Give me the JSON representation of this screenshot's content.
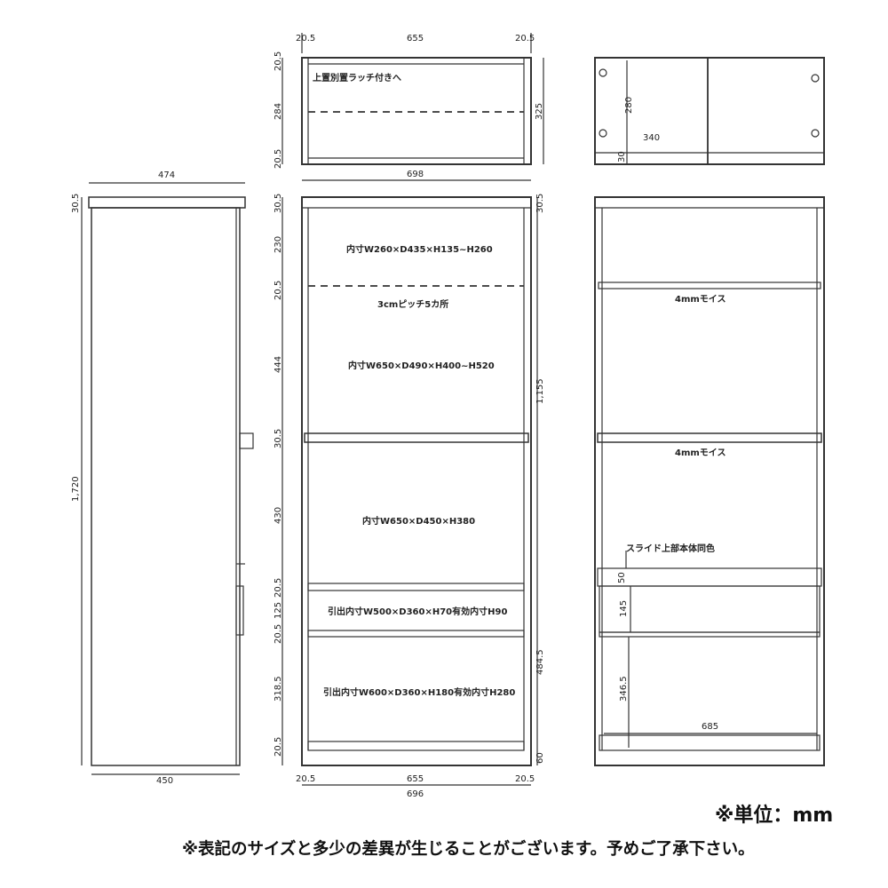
{
  "top_box": {
    "label": "上置別置ラッチ付きへ",
    "dims_top": [
      "20.5",
      "655",
      "20.5"
    ],
    "dims_left": [
      "20.5",
      "284",
      "20.5"
    ],
    "dim_right": "325",
    "dim_bottom": "698"
  },
  "top_front": {
    "dim_height": "280",
    "dim_width": "340",
    "dim_base": "30"
  },
  "side_view": {
    "dim_top": "474",
    "dim_top_board": "30.5",
    "dim_height": "1,720",
    "dim_bottom": "450"
  },
  "front_view": {
    "labels": [
      "内寸W260×D435×H135~H260",
      "3cmピッチ5カ所",
      "内寸W650×D490×H400~H520",
      "内寸W650×D450×H380",
      "引出内寸W500×D360×H70有効内寸H90",
      "引出内寸W600×D360×H180有効内寸H280"
    ],
    "dims_left": [
      "30.5",
      "230",
      "20.5",
      "444",
      "30.5",
      "430",
      "20.5",
      "125",
      "20.5",
      "318.5",
      "20.5"
    ],
    "dims_right": [
      "30.5",
      "1,155",
      "484.5",
      "60"
    ],
    "dims_bottom": [
      "20.5",
      "655",
      "20.5"
    ],
    "dim_total": "696"
  },
  "interior_view": {
    "shelf_labels": [
      "4mmモイス",
      "4mmモイス"
    ],
    "slide_label": "スライド上部本体同色",
    "dims": [
      "50",
      "145",
      "346.5",
      "685"
    ]
  },
  "footer": {
    "unit": "※単位：mm",
    "note": "※表記のサイズと多少の差異が生じることがございます。予めご了承下さい。"
  }
}
